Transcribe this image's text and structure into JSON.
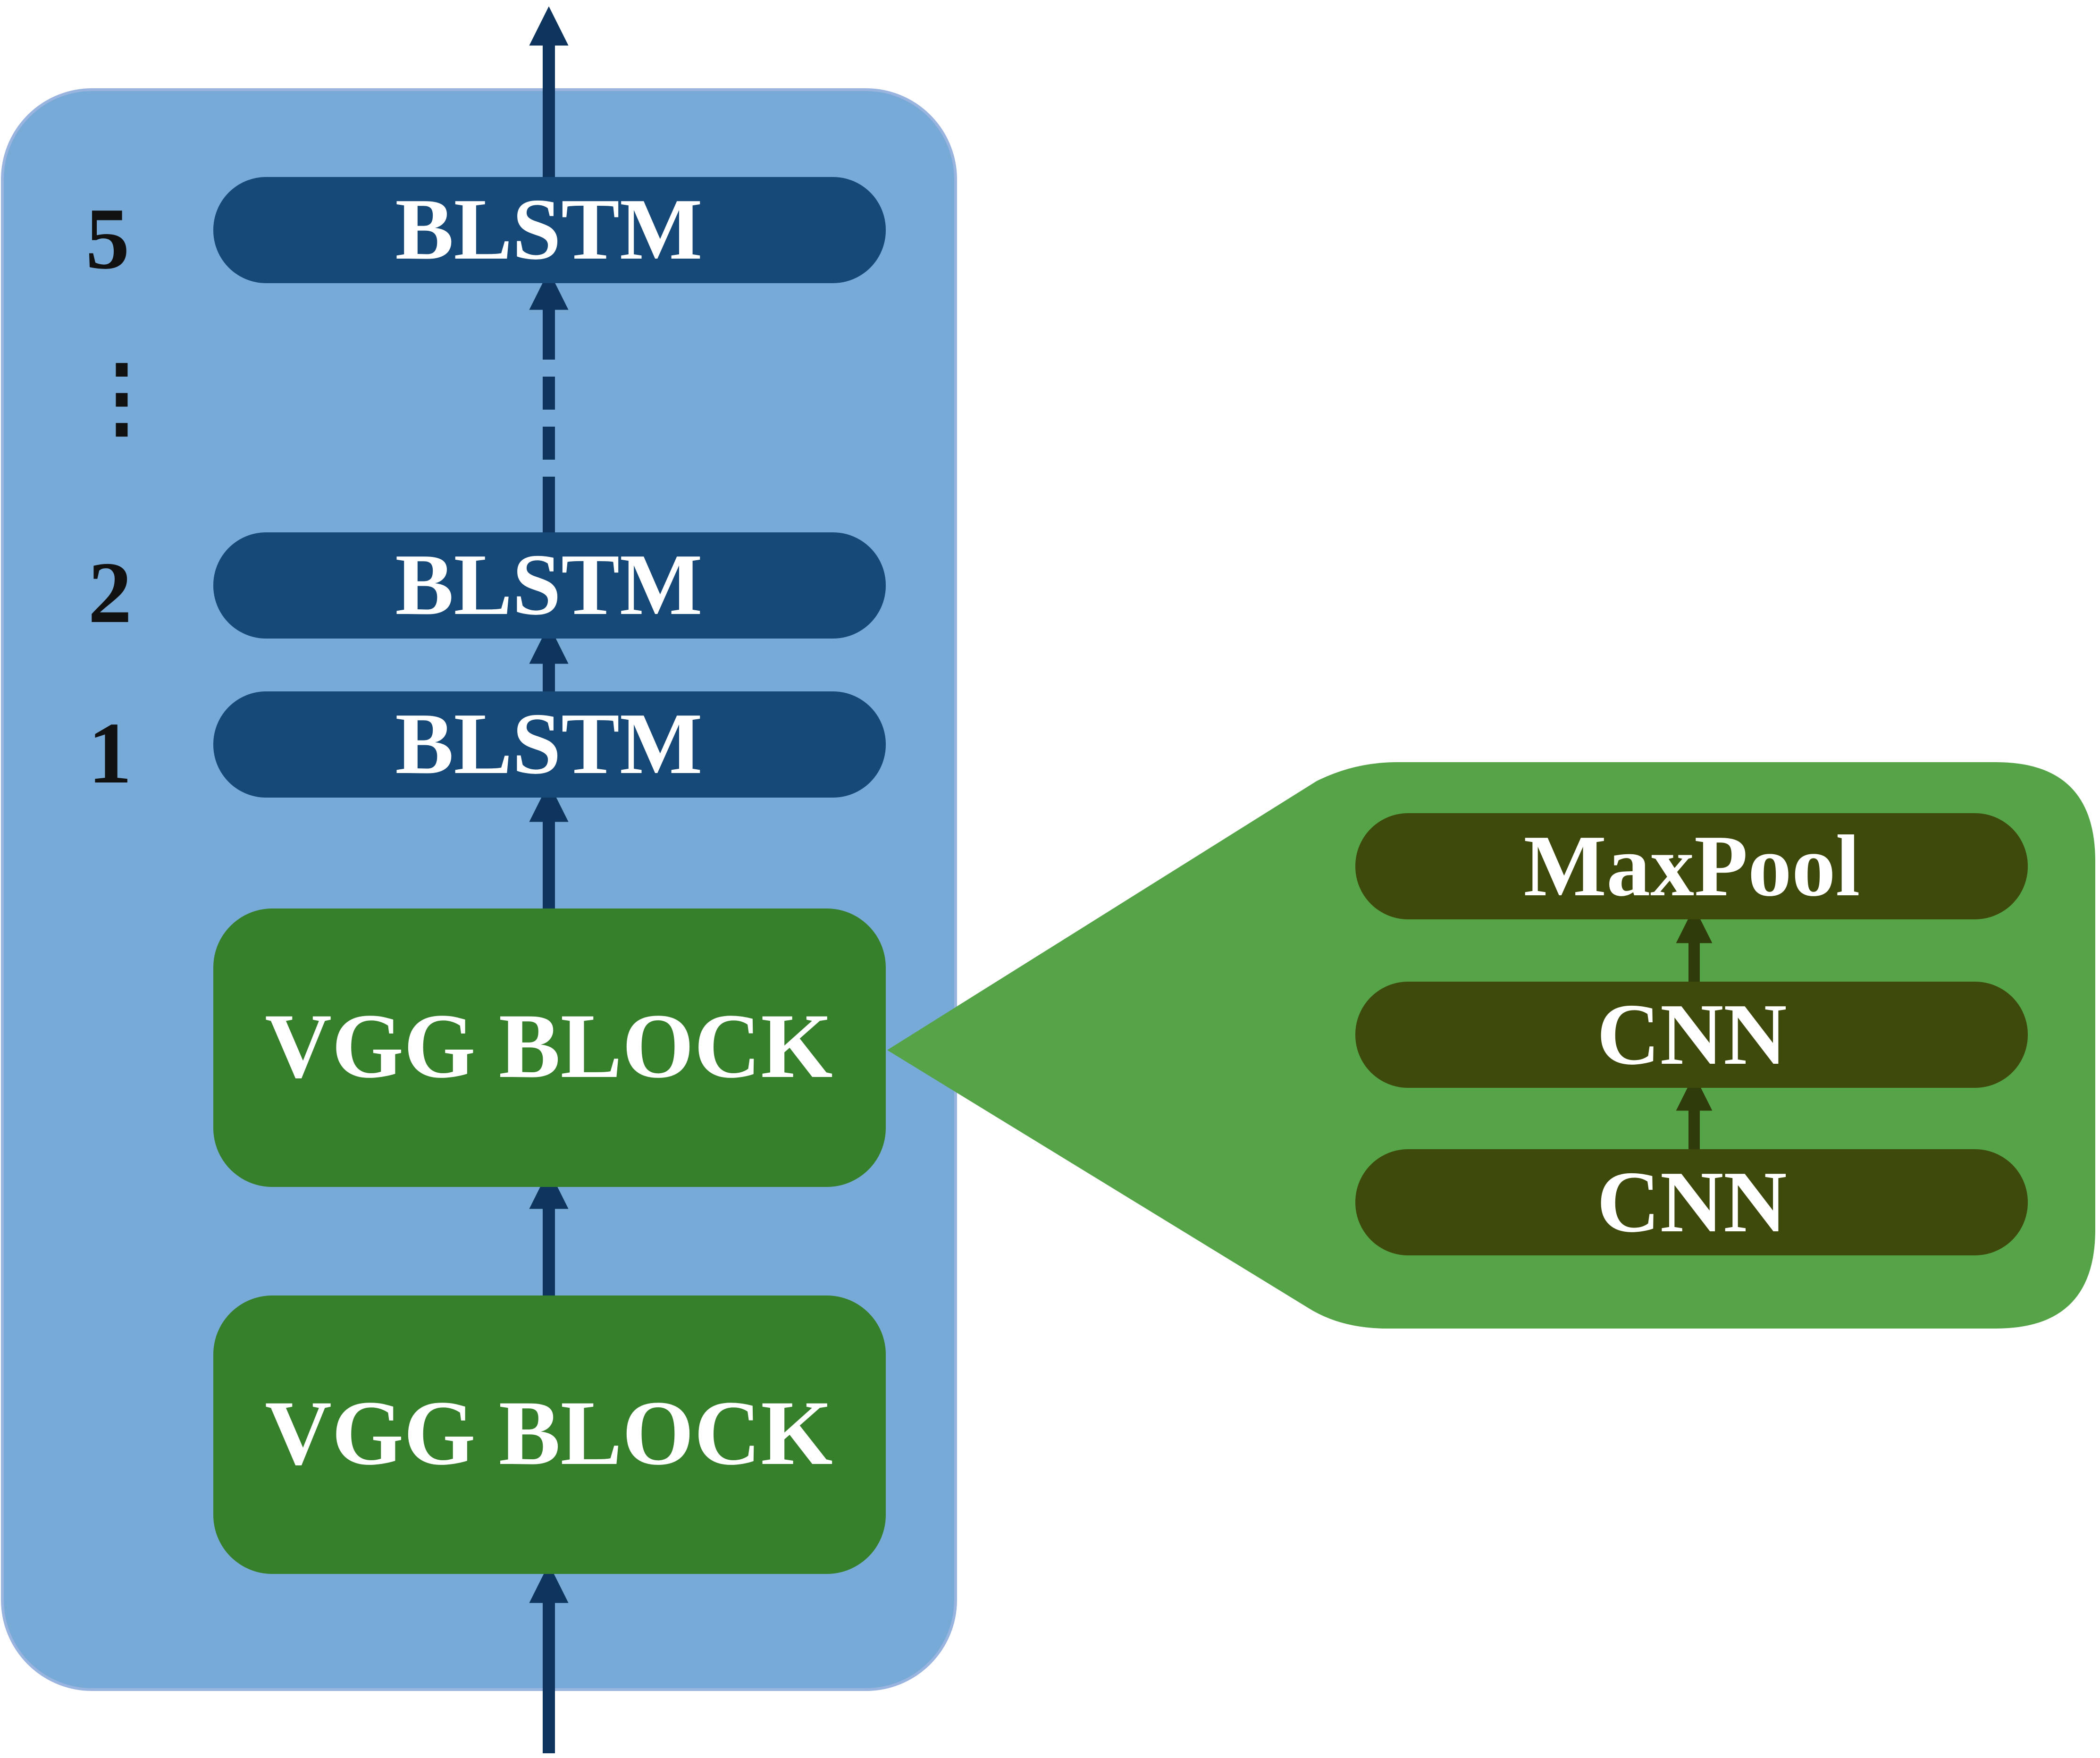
{
  "encoder": {
    "layer_numbers": [
      "5",
      "⋮",
      "2",
      "1"
    ],
    "blstm_layers": [
      {
        "label": "BLSTM"
      },
      {
        "label": "BLSTM"
      },
      {
        "label": "BLSTM"
      }
    ],
    "vgg_blocks": [
      {
        "label": "VGG BLOCK"
      },
      {
        "label": "VGG BLOCK"
      }
    ]
  },
  "vgg_detail": {
    "layers": [
      {
        "label": "MaxPool"
      },
      {
        "label": "CNN"
      },
      {
        "label": "CNN"
      }
    ]
  },
  "colors": {
    "encoder_panel": "#78aad8",
    "blstm": "#164878",
    "vgg_block": "#367f2b",
    "detail_panel": "#55a447",
    "detail_layer": "#3e4a0c",
    "arrow": "#0d355e",
    "detail_arrow": "#2f3b0a"
  }
}
